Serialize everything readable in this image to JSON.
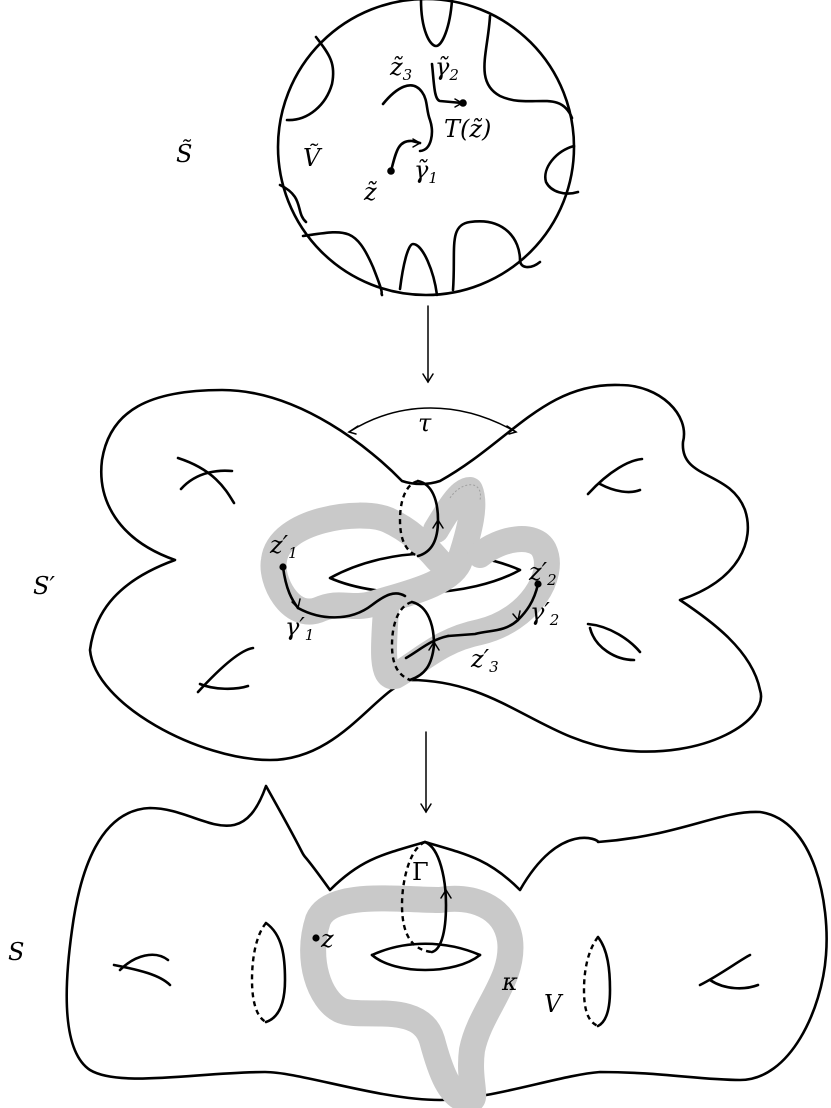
{
  "labels": {
    "S_tilde": "S̃",
    "V_tilde": "Ṽ",
    "z_tilde": "z̃",
    "z3_tilde": "z̃",
    "z3_tilde_sub": "3",
    "gamma2_tilde": "γ̃",
    "gamma2_tilde_sub": "2",
    "gamma1_tilde": "γ̃",
    "gamma1_tilde_sub": "1",
    "T_z_tilde": "T(z̃)",
    "tau": "τ",
    "S_prime": "S′",
    "z1_prime": "z′",
    "z1_prime_sub": "1",
    "gamma1_prime": "γ′",
    "gamma1_prime_sub": "1",
    "z2_prime": "z′",
    "z2_prime_sub": "2",
    "gamma2_prime": "γ′",
    "gamma2_prime_sub": "2",
    "z3_prime": "z′",
    "z3_prime_sub": "3",
    "S": "S",
    "Gamma": "Γ",
    "z": "z",
    "kappa": "κ",
    "V": "V"
  },
  "colors": {
    "ink": "#000000",
    "band": "#c9c9c9",
    "background": "#ffffff"
  }
}
